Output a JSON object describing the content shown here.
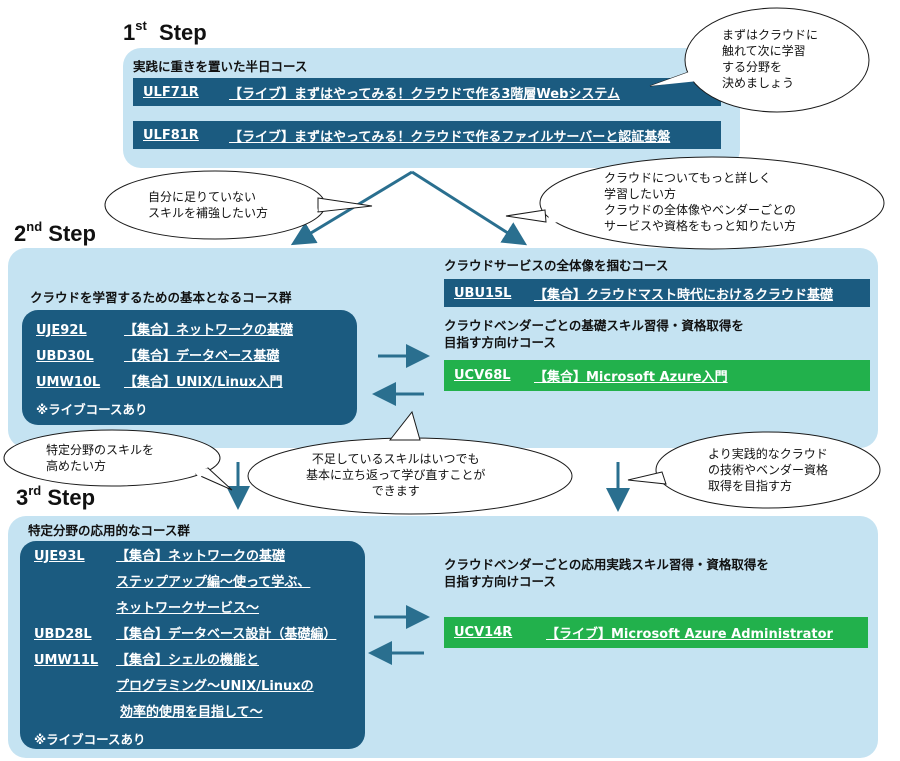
{
  "steps": {
    "step1": {
      "num": "1",
      "suffix": "st",
      "word": "Step"
    },
    "step2": {
      "num": "2",
      "suffix": "nd",
      "word": "Step"
    },
    "step3": {
      "num": "3",
      "suffix": "rd",
      "word": "Step"
    }
  },
  "step1": {
    "heading": "実践に重きを置いた半日コース",
    "courses": [
      {
        "code": "ULF71R",
        "title": "【ライブ】まずはやってみる！クラウドで作る3階層Webシステム"
      },
      {
        "code": "ULF81R",
        "title": "【ライブ】まずはやってみる！クラウドで作るファイルサーバーと認証基盤"
      }
    ]
  },
  "step2": {
    "left_heading": "クラウドを学習するための基本となるコース群",
    "left_courses": [
      {
        "code": "UJE92L",
        "title": "【集合】ネットワークの基礎"
      },
      {
        "code": "UBD30L",
        "title": "【集合】データベース基礎"
      },
      {
        "code": "UMW10L",
        "title": "【集合】UNIX/Linux入門"
      }
    ],
    "left_note": "※ライブコースあり",
    "right_heading1": "クラウドサービスの全体像を掴むコース",
    "overview_course": {
      "code": "UBU15L",
      "title": "【集合】クラウドマスト時代におけるクラウド基礎"
    },
    "right_heading2_line1": "クラウドベンダーごとの基礎スキル習得・資格取得を",
    "right_heading2_line2": "目指す方向けコース",
    "vendor_course": {
      "code": "UCV68L",
      "title": "【集合】Microsoft Azure入門"
    }
  },
  "step3": {
    "left_heading": "特定分野の応用的なコース群",
    "left_rows": [
      {
        "code": "UJE93L",
        "title": "【集合】ネットワークの基礎"
      },
      {
        "code": "",
        "title": "ステップアップ編～使って学ぶ、"
      },
      {
        "code": "",
        "title": "ネットワークサービス～"
      },
      {
        "code": "UBD28L",
        "title": "【集合】データベース設計（基礎編）"
      },
      {
        "code": "UMW11L",
        "title": "【集合】シェルの機能と"
      },
      {
        "code": "",
        "title": "プログラミング～UNIX/Linuxの"
      },
      {
        "code": "",
        "title": "効率的使用を目指して～"
      }
    ],
    "left_note": "※ライブコースあり",
    "right_heading_line1": "クラウドベンダーごとの応用実践スキル習得・資格取得を",
    "right_heading_line2": "目指す方向けコース",
    "vendor_course": {
      "code": "UCV14R",
      "title": "【ライブ】Microsoft Azure Administrator"
    }
  },
  "bubbles": {
    "top_right": "まずはクラウドに\n触れて次に学習\nする分野を\n決めましょう",
    "mid_left": "自分に足りていない\nスキルを補強したい方",
    "mid_right": "クラウドについてもっと詳しく\n学習したい方\nクラウドの全体像やベンダーごとの\nサービスや資格をもっと知りたい方",
    "low_left": "特定分野のスキルを\n高めたい方",
    "low_center": "不足しているスキルはいつでも\n基本に立ち返って学び直すことが\nできます",
    "low_right": "より実践的なクラウド\nの技術やベンダー資格\n取得を目指す方"
  },
  "colors": {
    "panel": "#c5e3f2",
    "dark": "#1b5b80",
    "green": "#22b14c",
    "arrow": "#2a6f8f"
  }
}
